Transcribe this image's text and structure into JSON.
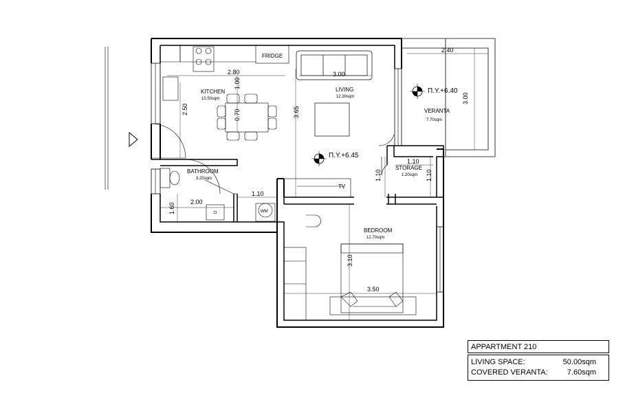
{
  "rooms": {
    "kitchen": {
      "name": "KITCHEN",
      "area": "10.50sqm"
    },
    "living": {
      "name": "LIVING",
      "area": "12.30sqm"
    },
    "veranta": {
      "name": "VERANTA",
      "area": "7.70sqm"
    },
    "bathroom": {
      "name": "BATHROOM",
      "area": "3.20sqm"
    },
    "storage": {
      "name": "STORAGE",
      "area": "1.20sqm"
    },
    "bedroom": {
      "name": "BEDROOM",
      "area": "12.70sqm"
    }
  },
  "fixtures": {
    "fridge": "FRIDGE",
    "tv": "TV",
    "wm": "WM"
  },
  "levels": {
    "veranta": "Π.Υ.+6.40",
    "living": "Π.Υ.+6.45"
  },
  "dimensions": {
    "kitchen_width": "2.80",
    "kitchen_depth": "2.50",
    "table_depth": "1.00",
    "table_width": "0.70",
    "sofa_width": "3.00",
    "living_depth": "3.65",
    "veranta_width": "2.40",
    "veranta_depth": "3.00",
    "storage_width": "1.10",
    "storage_depth_left": "1.10",
    "storage_depth_right": "1.10",
    "bath_depth": "1.60",
    "bath_width": "2.00",
    "bath_door": "1.10",
    "bedroom_depth": "3.10",
    "bedroom_width": "3.50"
  },
  "info": {
    "title": "APPARTMENT 210",
    "living_label": "LIVING SPACE:",
    "living_value": "50.00sqm",
    "veranta_label": "COVERED VERANTA:",
    "veranta_value": "7.60sqm"
  }
}
